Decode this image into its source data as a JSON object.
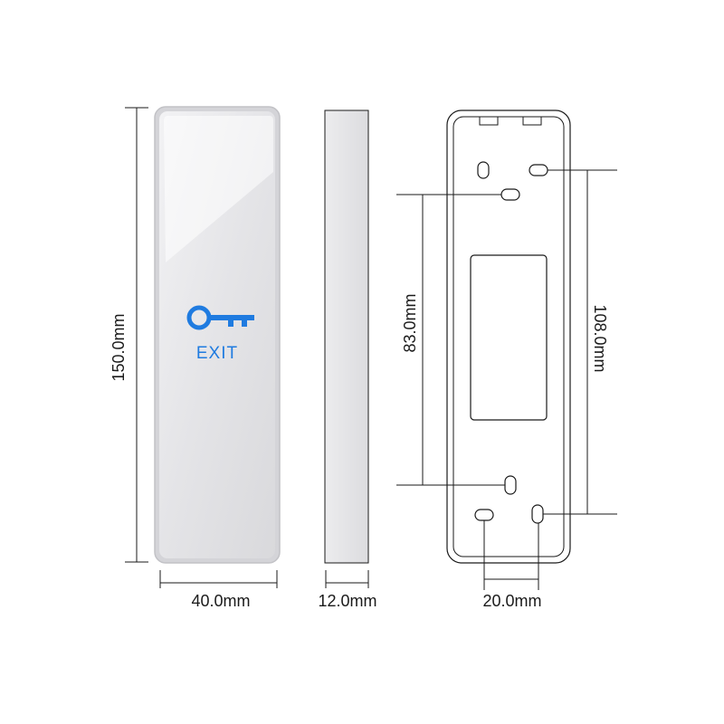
{
  "front_view": {
    "exit_label": "EXIT",
    "height_label": "150.0mm",
    "width_label": "40.0mm"
  },
  "side_view": {
    "depth_label": "12.0mm"
  },
  "back_view": {
    "inner_hole_spacing_label": "83.0mm",
    "outer_hole_spacing_label": "108.0mm",
    "horizontal_hole_spacing_label": "20.0mm"
  },
  "colors": {
    "exit_blue": "#1f7be0",
    "line": "#1a1a1a"
  }
}
